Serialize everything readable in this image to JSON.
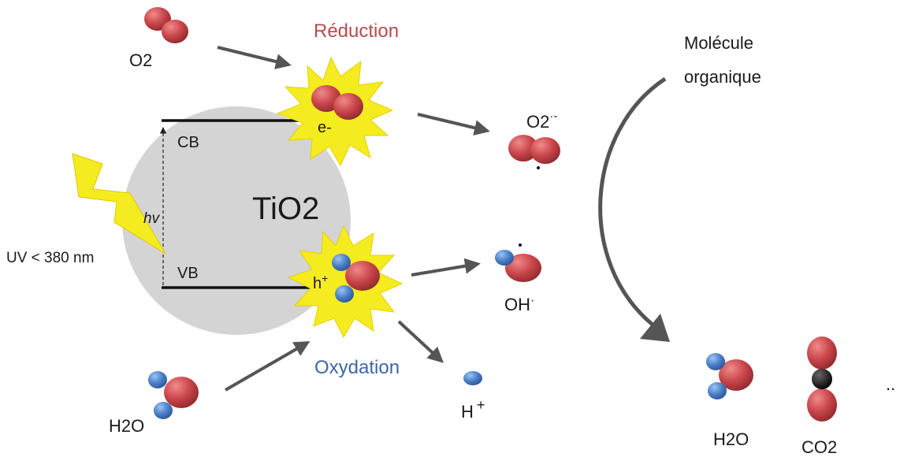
{
  "labels": {
    "title_center": "TiO2",
    "reduction": "Réduction",
    "oxidation": "Oxydation",
    "cb": "CB",
    "vb": "VB",
    "hv": "hv",
    "uv": "UV < 380 nm",
    "electron": "e-",
    "hole": "h",
    "hole_sup": "+",
    "o2_reactant": "O2",
    "o2_radical": "O2",
    "o2_radical_sup": "·-",
    "oh_radical": "OH",
    "oh_radical_sup": "·",
    "h_plus": "H",
    "h_plus_sup": "+",
    "h2o_reactant": "H2O",
    "organic_molecule_line1": "Molécule",
    "organic_molecule_line2": "organique",
    "h2o_product": "H2O",
    "co2_product": "CO2",
    "ellipsis": ".."
  },
  "colors": {
    "oxygen": "#c9454a",
    "hydrogen": "#4a7fc8",
    "carbon": "#111111",
    "tio2_sphere": "#d4d4d4",
    "flash": "#f5ec1f",
    "arrow": "#555555",
    "reduction_text": "#b94a4a",
    "oxidation_text": "#3c66a8"
  },
  "icons": [
    "lightning-bolt-icon",
    "starburst-icon",
    "molecule-icon",
    "arrow-icon"
  ]
}
